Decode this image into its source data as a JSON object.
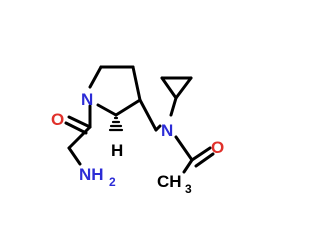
{
  "molecule": {
    "atoms": {
      "n_ring": {
        "symbol": "N",
        "color": "#2b2bd6"
      },
      "n_amide": {
        "symbol": "N",
        "color": "#2b2bd6"
      },
      "o_left": {
        "symbol": "O",
        "color": "#e0312b"
      },
      "o_right": {
        "symbol": "O",
        "color": "#e0312b"
      },
      "nh2": {
        "symbol": "NH",
        "subscript": "2",
        "color": "#2b2bd6"
      },
      "ch3": {
        "symbol": "CH",
        "subscript": "3",
        "color": "#000000"
      },
      "stereo_h": {
        "symbol": "H",
        "color": "#000000"
      }
    },
    "colors": {
      "bond": "#000000",
      "nitrogen": "#2b2bd6",
      "oxygen": "#e0312b",
      "background": "#ffffff"
    }
  }
}
